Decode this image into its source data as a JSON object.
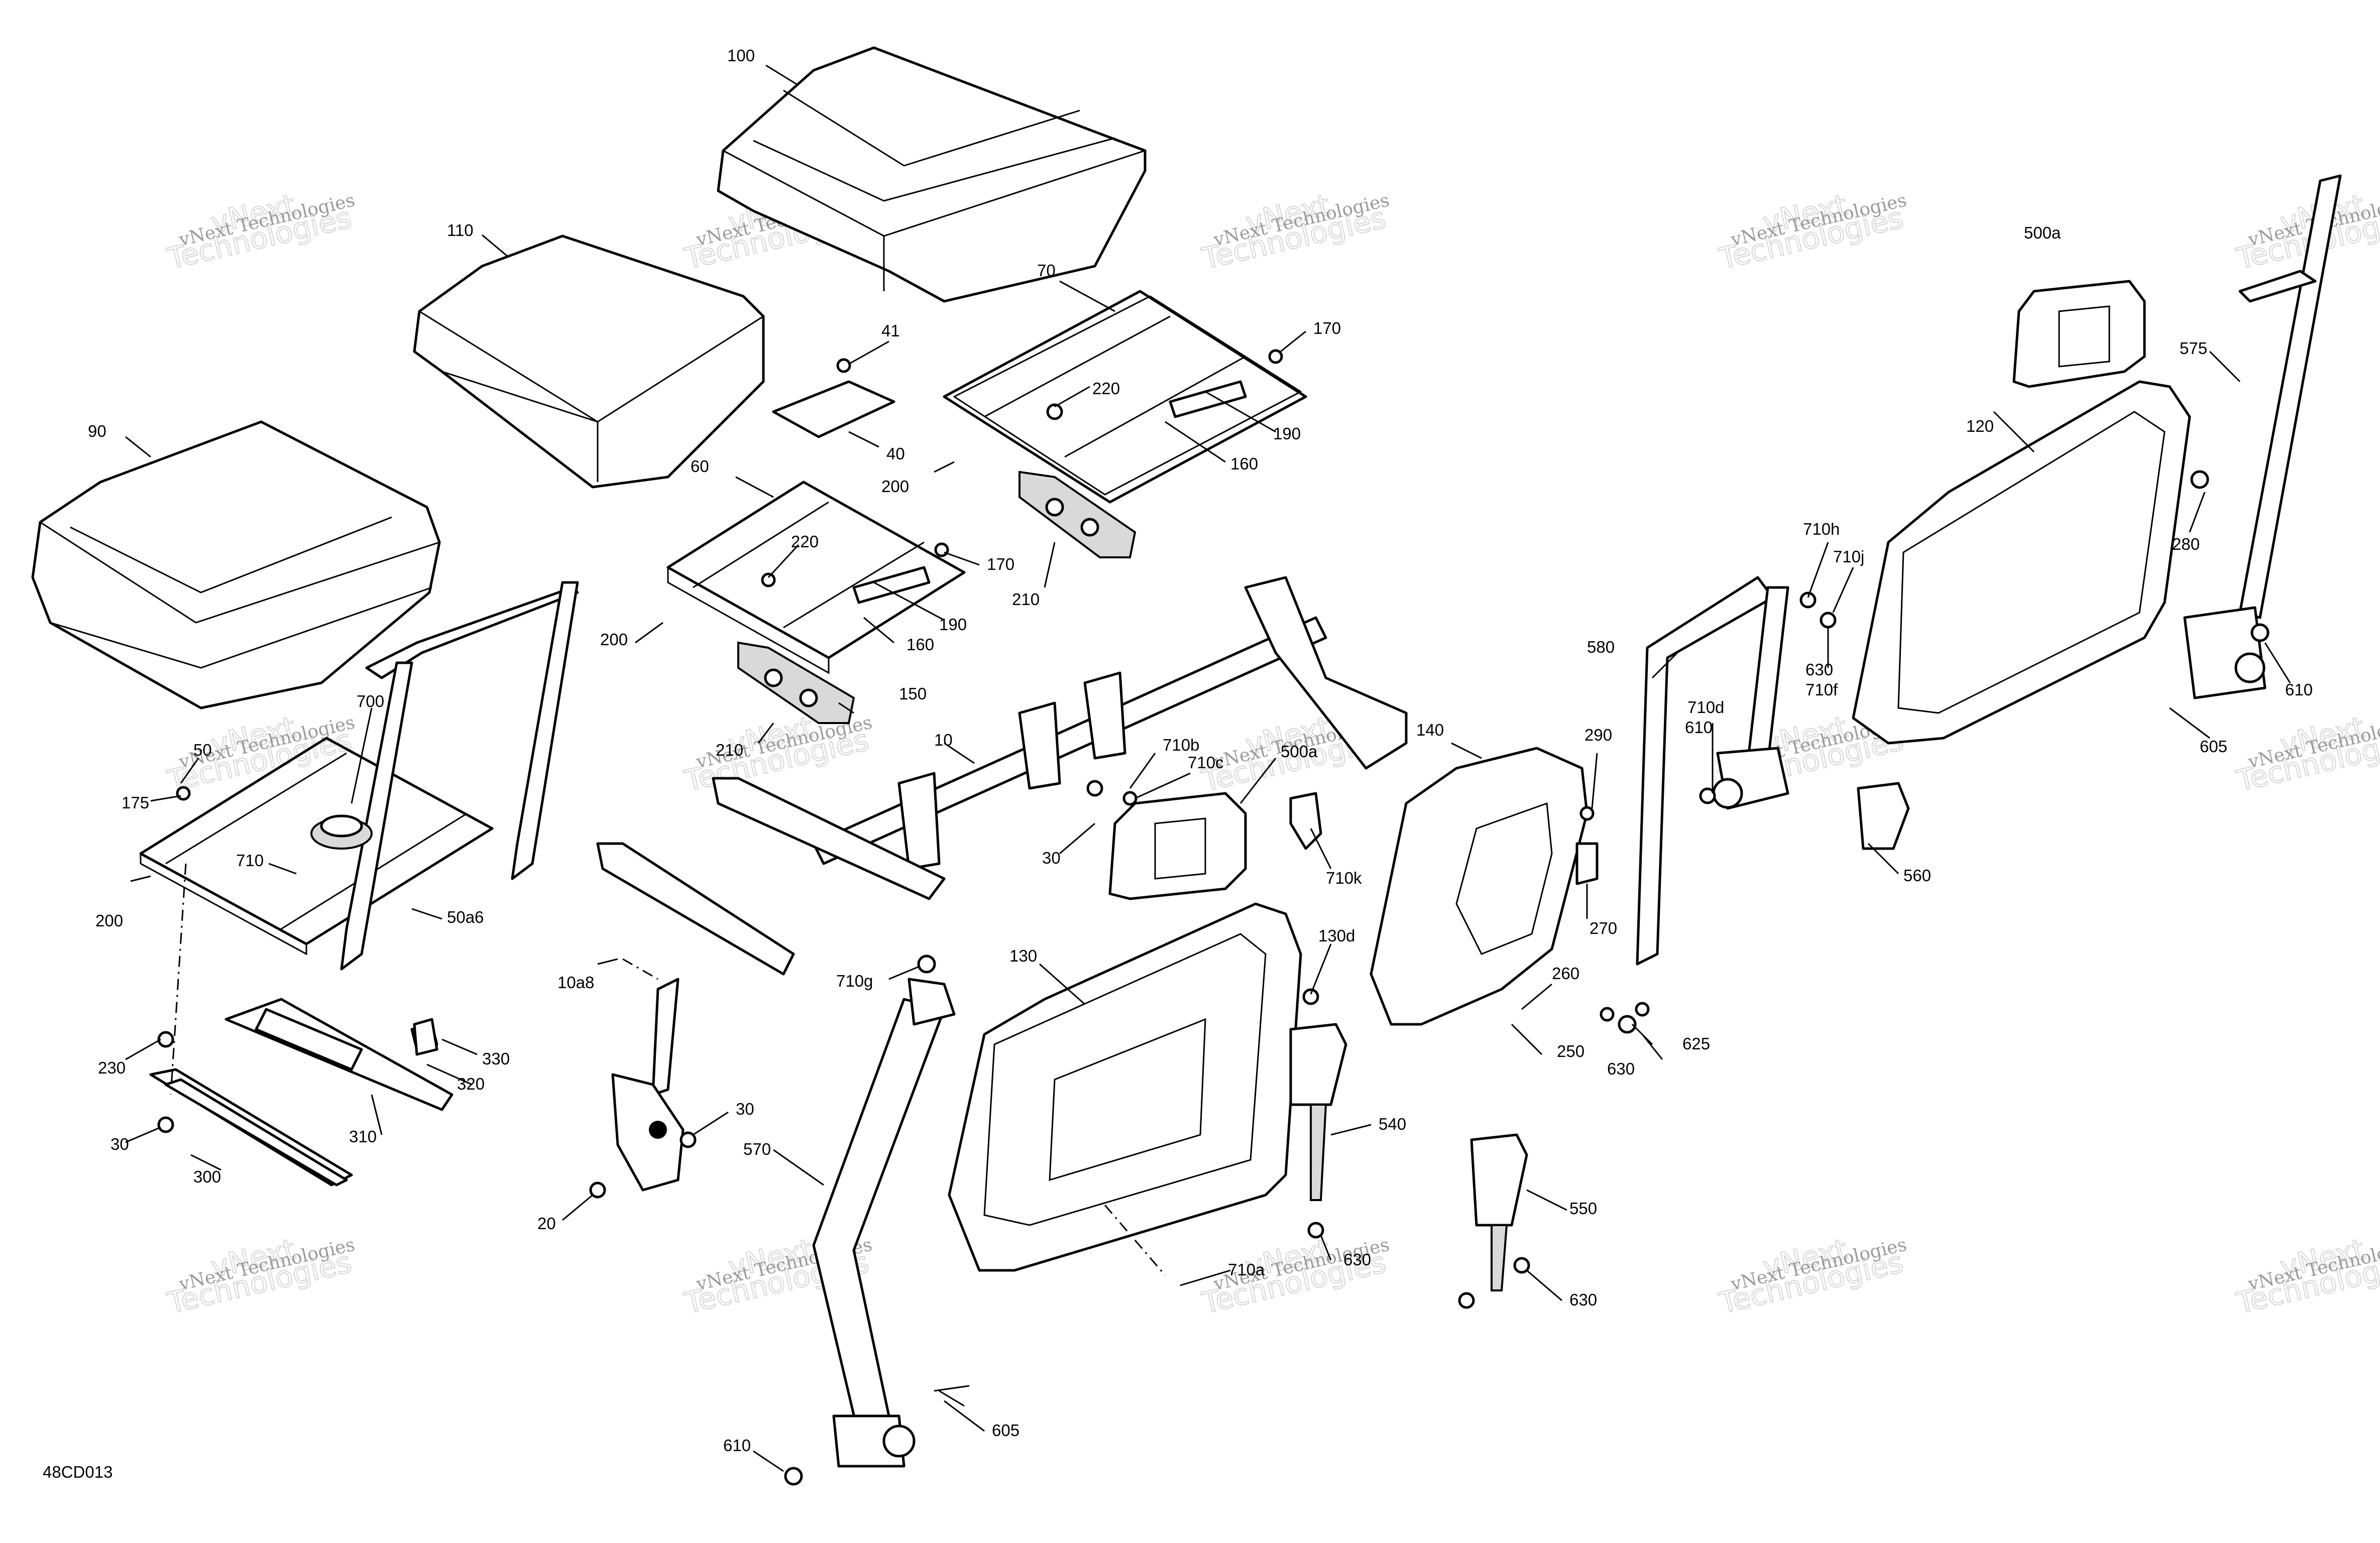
{
  "diagram_code": "48CD013",
  "watermark": {
    "line1": "vNext Technologies",
    "line2a": "vNext",
    "line2b": "Technologies"
  },
  "labels": [
    {
      "id": "100",
      "text": "100"
    },
    {
      "id": "110",
      "text": "110"
    },
    {
      "id": "90",
      "text": "90"
    },
    {
      "id": "70",
      "text": "70"
    },
    {
      "id": "170a",
      "text": "170"
    },
    {
      "id": "220a",
      "text": "220"
    },
    {
      "id": "41",
      "text": "41"
    },
    {
      "id": "40",
      "text": "40"
    },
    {
      "id": "200a",
      "text": "200"
    },
    {
      "id": "190a",
      "text": "190"
    },
    {
      "id": "160a",
      "text": "160"
    },
    {
      "id": "210a",
      "text": "210"
    },
    {
      "id": "60",
      "text": "60"
    },
    {
      "id": "220b",
      "text": "220"
    },
    {
      "id": "170b",
      "text": "170"
    },
    {
      "id": "190b",
      "text": "190"
    },
    {
      "id": "160b",
      "text": "160"
    },
    {
      "id": "200b",
      "text": "200"
    },
    {
      "id": "150",
      "text": "150"
    },
    {
      "id": "210b",
      "text": "210"
    },
    {
      "id": "700",
      "text": "700"
    },
    {
      "id": "50",
      "text": "50"
    },
    {
      "id": "175",
      "text": "175"
    },
    {
      "id": "710",
      "text": "710"
    },
    {
      "id": "200c",
      "text": "200"
    },
    {
      "id": "50a6",
      "text": "50a6"
    },
    {
      "id": "10",
      "text": "10"
    },
    {
      "id": "30a",
      "text": "30"
    },
    {
      "id": "710b",
      "text": "710b"
    },
    {
      "id": "710c",
      "text": "710c"
    },
    {
      "id": "500a_mid",
      "text": "500a"
    },
    {
      "id": "10a8",
      "text": "10a8"
    },
    {
      "id": "230",
      "text": "230"
    },
    {
      "id": "330",
      "text": "330"
    },
    {
      "id": "320",
      "text": "320"
    },
    {
      "id": "310",
      "text": "310"
    },
    {
      "id": "30b",
      "text": "30"
    },
    {
      "id": "300",
      "text": "300"
    },
    {
      "id": "30c",
      "text": "30"
    },
    {
      "id": "20",
      "text": "20"
    },
    {
      "id": "710g",
      "text": "710g"
    },
    {
      "id": "570",
      "text": "570"
    },
    {
      "id": "130",
      "text": "130"
    },
    {
      "id": "130d",
      "text": "130d"
    },
    {
      "id": "540",
      "text": "540"
    },
    {
      "id": "630a",
      "text": "630"
    },
    {
      "id": "710a",
      "text": "710a"
    },
    {
      "id": "550",
      "text": "550"
    },
    {
      "id": "630b",
      "text": "630"
    },
    {
      "id": "605a",
      "text": "605"
    },
    {
      "id": "610a",
      "text": "610"
    },
    {
      "id": "140",
      "text": "140"
    },
    {
      "id": "290",
      "text": "290"
    },
    {
      "id": "710k",
      "text": "710k"
    },
    {
      "id": "270",
      "text": "270"
    },
    {
      "id": "260",
      "text": "260"
    },
    {
      "id": "250",
      "text": "250"
    },
    {
      "id": "580",
      "text": "580"
    },
    {
      "id": "710h",
      "text": "710h"
    },
    {
      "id": "710j",
      "text": "710j"
    },
    {
      "id": "630c",
      "text": "630"
    },
    {
      "id": "710f",
      "text": "710f"
    },
    {
      "id": "710d",
      "text": "710d"
    },
    {
      "id": "610b",
      "text": "610"
    },
    {
      "id": "560",
      "text": "560"
    },
    {
      "id": "625",
      "text": "625"
    },
    {
      "id": "630d",
      "text": "630"
    },
    {
      "id": "500a_top",
      "text": "500a"
    },
    {
      "id": "120",
      "text": "120"
    },
    {
      "id": "575",
      "text": "575"
    },
    {
      "id": "280",
      "text": "280"
    },
    {
      "id": "610c",
      "text": "610"
    },
    {
      "id": "605b",
      "text": "605"
    }
  ]
}
